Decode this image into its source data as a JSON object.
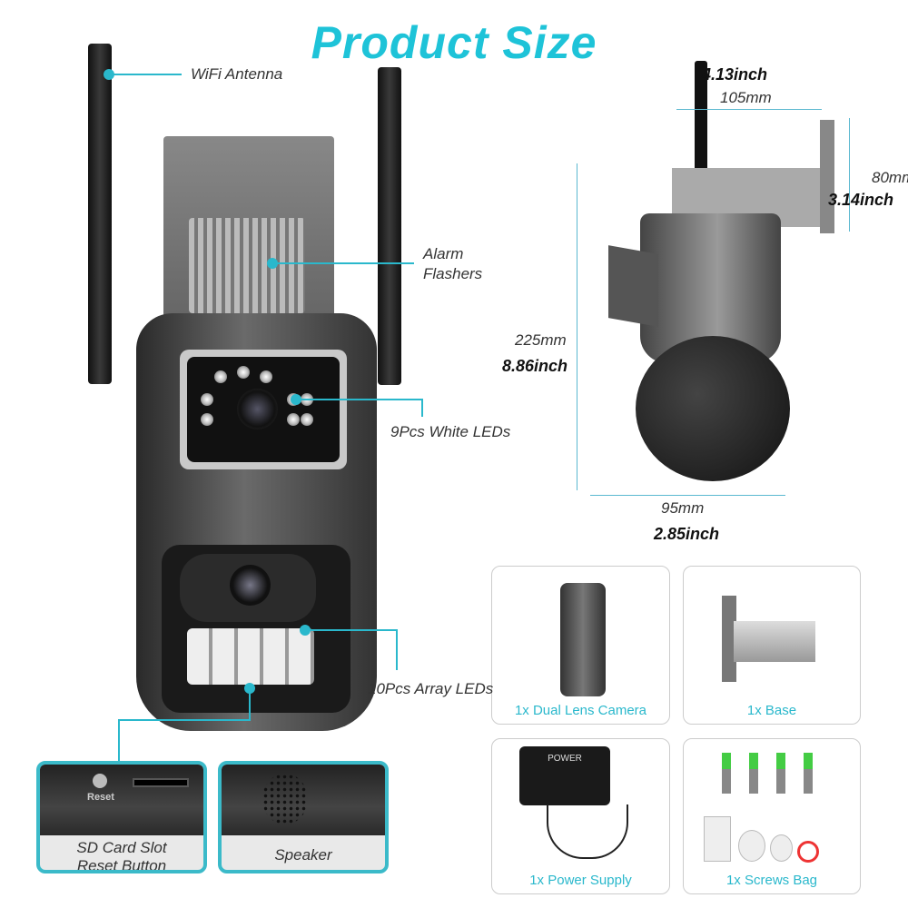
{
  "title": "Product Size",
  "callouts": {
    "wifi": "WiFi Antenna",
    "alarm_1": "Alarm",
    "alarm_2": "Flashers",
    "white_leds": "9Pcs White LEDs",
    "array_leds": "10Pcs Array LEDs"
  },
  "dimensions": {
    "width_in": "4.13inch",
    "width_mm": "105mm",
    "mount_mm": "80mm",
    "mount_in": "3.14inch",
    "height_mm": "225mm",
    "height_in": "8.86inch",
    "depth_mm": "95mm",
    "depth_in": "2.85inch"
  },
  "features": [
    {
      "label_1": "SD Card Slot",
      "label_2": "Reset Button",
      "reset_text": "Reset"
    },
    {
      "label_1": "Speaker"
    }
  ],
  "accessories": [
    "1x Dual Lens Camera",
    "1x Base",
    "1x Power Supply",
    "1x Screws Bag"
  ],
  "power_label": "POWER",
  "colors": {
    "accent": "#1ec3d8",
    "camera_body": "#3c3c3c"
  }
}
